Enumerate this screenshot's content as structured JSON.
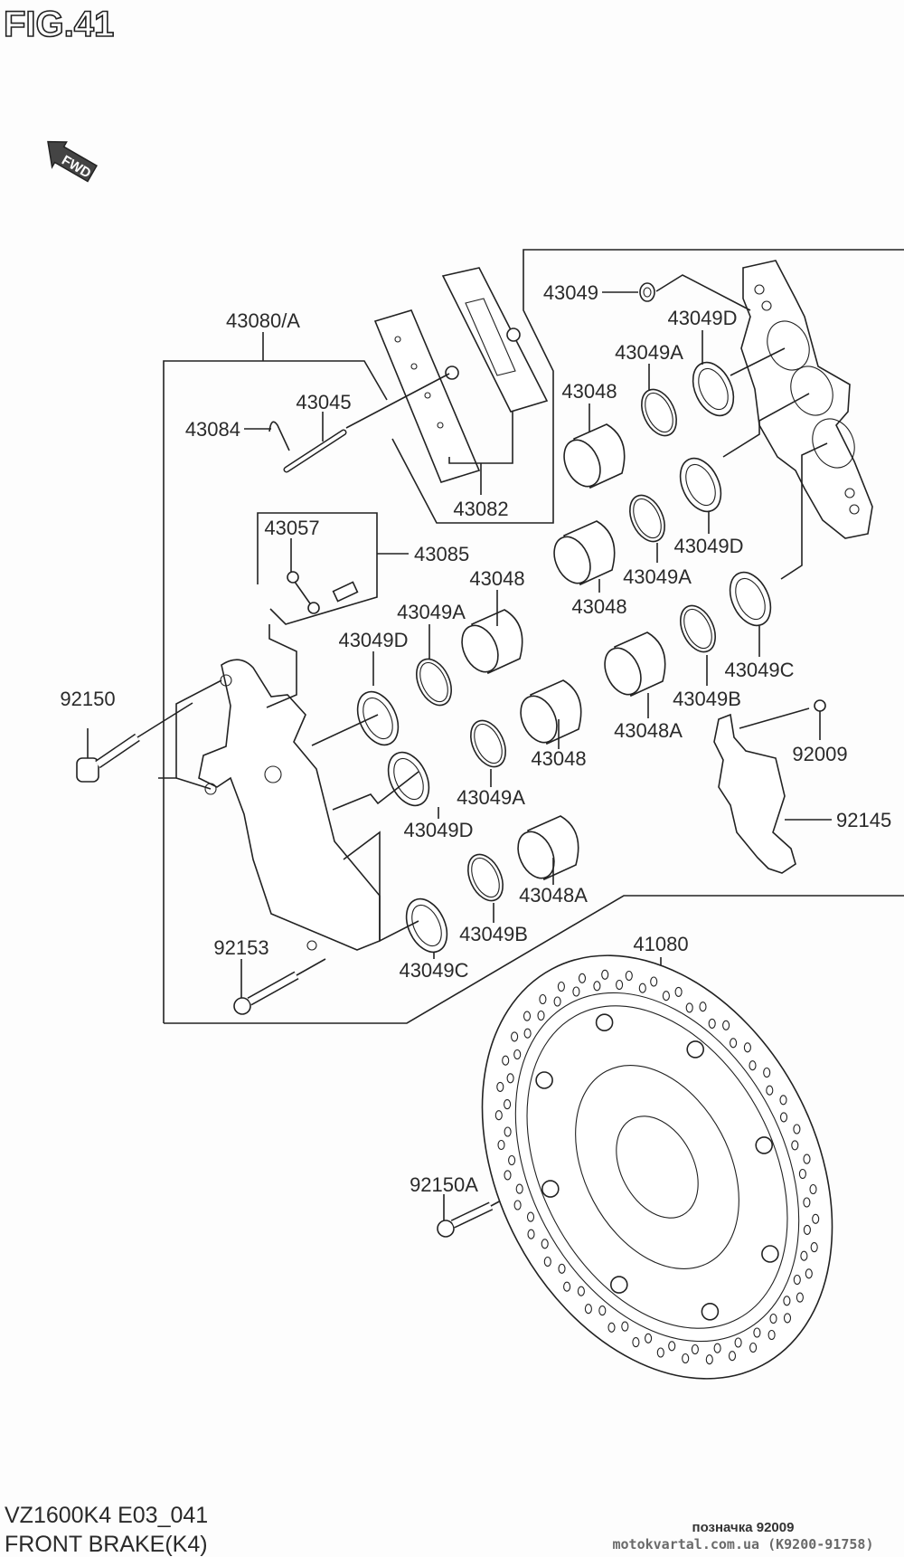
{
  "figure": {
    "title": "FIG.41",
    "forward_indicator": "FWD",
    "model_code": "VZ1600K4 E03_041",
    "caption": "FRONT BRAKE(K4)"
  },
  "watermark": {
    "line1": "позначка 92009",
    "line2": "motokvartal.com.ua (K9200-91758)"
  },
  "parts": [
    {
      "id": "p1",
      "number": "43080/A",
      "description": "caliper assembly"
    },
    {
      "id": "p2",
      "number": "43045",
      "description": "pad pin"
    },
    {
      "id": "p3",
      "number": "43084",
      "description": "clip"
    },
    {
      "id": "p4",
      "number": "43082",
      "description": "brake pads"
    },
    {
      "id": "p5",
      "number": "43057",
      "description": "bleeder cap"
    },
    {
      "id": "p6",
      "number": "43085",
      "description": "bleeder valve kit"
    },
    {
      "id": "p7",
      "number": "43048",
      "description": "piston"
    },
    {
      "id": "p8",
      "number": "43049A",
      "description": "seal"
    },
    {
      "id": "p9",
      "number": "43049D",
      "description": "seal"
    },
    {
      "id": "p10",
      "number": "92150",
      "description": "bolt"
    },
    {
      "id": "p11",
      "number": "43048",
      "description": "piston"
    },
    {
      "id": "p12",
      "number": "43049A",
      "description": "seal"
    },
    {
      "id": "p13",
      "number": "43049D",
      "description": "seal"
    },
    {
      "id": "p14",
      "number": "43048A",
      "description": "piston"
    },
    {
      "id": "p15",
      "number": "43049B",
      "description": "seal"
    },
    {
      "id": "p16",
      "number": "43049C",
      "description": "seal"
    },
    {
      "id": "p17",
      "number": "92153",
      "description": "bolt"
    },
    {
      "id": "p18",
      "number": "43049",
      "description": "o-ring"
    },
    {
      "id": "p19",
      "number": "43049D",
      "description": "seal"
    },
    {
      "id": "p20",
      "number": "43049A",
      "description": "seal"
    },
    {
      "id": "p21",
      "number": "43048",
      "description": "piston"
    },
    {
      "id": "p22",
      "number": "43049D",
      "description": "seal"
    },
    {
      "id": "p23",
      "number": "43049A",
      "description": "seal"
    },
    {
      "id": "p24",
      "number": "43048",
      "description": "piston"
    },
    {
      "id": "p25",
      "number": "43049C",
      "description": "seal"
    },
    {
      "id": "p26",
      "number": "43049B",
      "description": "seal"
    },
    {
      "id": "p27",
      "number": "43048A",
      "description": "piston"
    },
    {
      "id": "p28",
      "number": "92009",
      "description": "screw"
    },
    {
      "id": "p29",
      "number": "92145",
      "description": "spring"
    },
    {
      "id": "p30",
      "number": "41080",
      "description": "brake disc"
    },
    {
      "id": "p31",
      "number": "92150A",
      "description": "bolt"
    }
  ]
}
